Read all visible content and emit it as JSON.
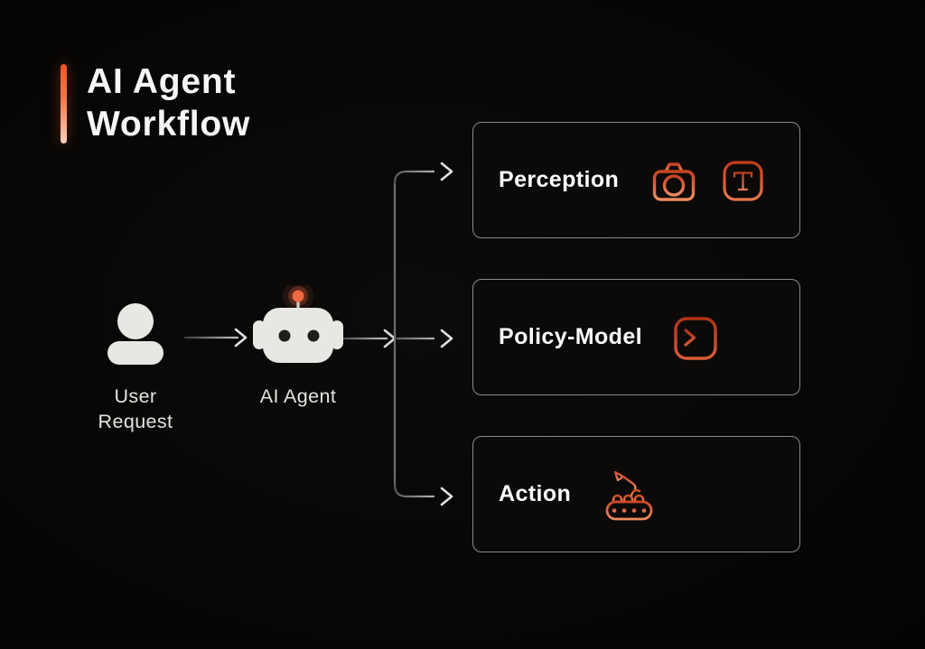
{
  "header": {
    "title_line1": "AI Agent",
    "title_line2": "Workflow"
  },
  "flow": {
    "user_node": {
      "icon": "user-icon",
      "label_line1": "User",
      "label_line2": "Request"
    },
    "agent_node": {
      "icon": "robot-icon",
      "label": "AI Agent"
    }
  },
  "stages": [
    {
      "label": "Perception",
      "icons": [
        "camera-icon",
        "text-recognition-icon"
      ]
    },
    {
      "label": "Policy-Model",
      "icons": [
        "terminal-icon"
      ]
    },
    {
      "label": "Action",
      "icons": [
        "robotic-arm-conveyor-icon"
      ]
    }
  ],
  "colors": {
    "background": "#070605",
    "accent_orange": "#e4562e",
    "accent_orange_deep": "#c7431f",
    "accent_orange_light": "#ef8a60",
    "antenna_glow": "#f2683f",
    "node_fill": "#e9e7e4",
    "arrow_line": "#9a9a9a",
    "arrow_head": "#e2e2e2",
    "box_border": "#8a8a8a",
    "box_fill": "#0b0a09",
    "title_text": "#f7f6f5",
    "node_label_text": "#e6e4e1",
    "stage_label_text": "#fcfcfc"
  }
}
